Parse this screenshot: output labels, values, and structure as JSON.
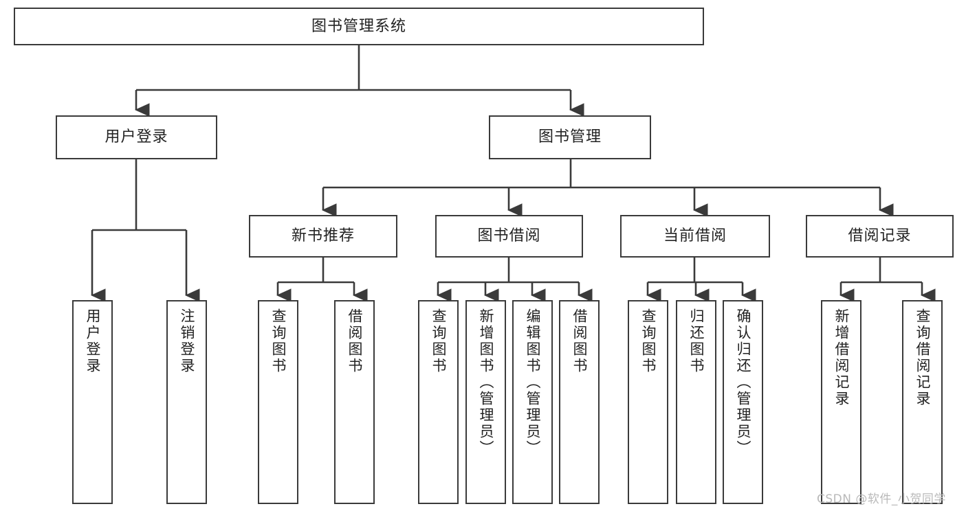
{
  "diagram": {
    "title": "图书管理系统",
    "type": "hierarchy-tree",
    "root": {
      "label": "图书管理系统"
    },
    "level2": [
      {
        "label": "用户登录"
      },
      {
        "label": "图书管理"
      }
    ],
    "level3": [
      {
        "label": "新书推荐"
      },
      {
        "label": "图书借阅"
      },
      {
        "label": "当前借阅"
      },
      {
        "label": "借阅记录"
      }
    ],
    "leaves": {
      "user_login": [
        {
          "label": "用户登录"
        },
        {
          "label": "注销登录"
        }
      ],
      "new_book_recommend": [
        {
          "label": "查询图书"
        },
        {
          "label": "借阅图书"
        }
      ],
      "book_borrow": [
        {
          "label": "查询图书"
        },
        {
          "label": "新增图书（管理员）"
        },
        {
          "label": "编辑图书（管理员）"
        },
        {
          "label": "借阅图书"
        }
      ],
      "current_borrow": [
        {
          "label": "查询图书"
        },
        {
          "label": "归还图书"
        },
        {
          "label": "确认归还（管理员）"
        }
      ],
      "borrow_record": [
        {
          "label": "新增借阅记录"
        },
        {
          "label": "查询借阅记录"
        }
      ]
    }
  },
  "watermark": {
    "text": "CSDN @软件_小贺同学"
  },
  "colors": {
    "stroke": "#3a3a3a",
    "fill": "#ffffff",
    "text": "#222222",
    "watermark": "#b9b9b9"
  }
}
